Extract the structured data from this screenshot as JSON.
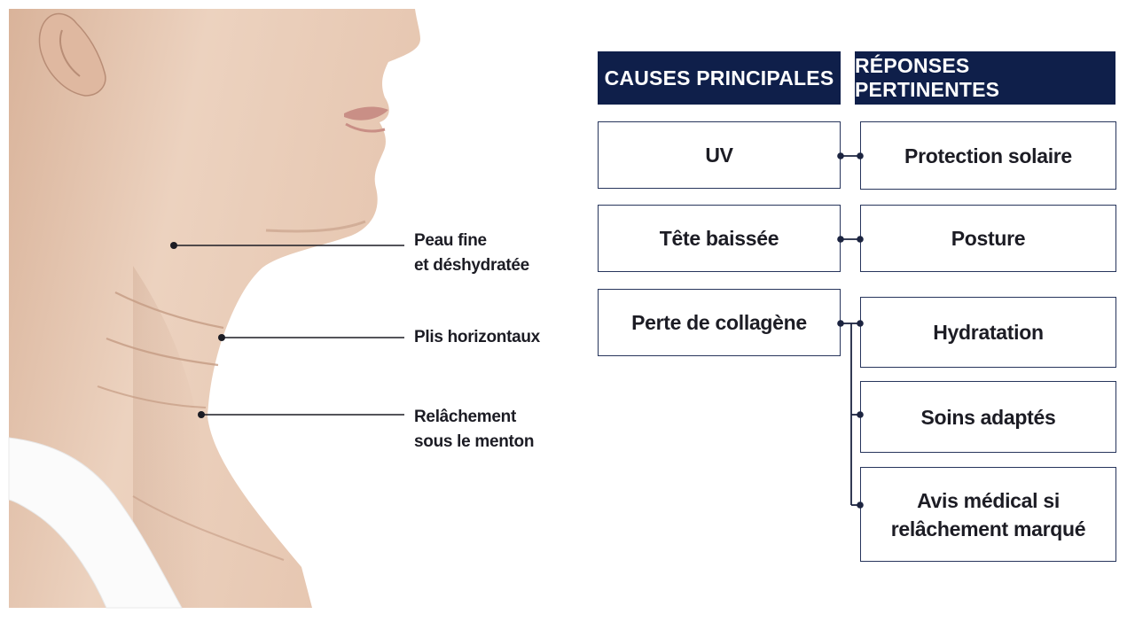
{
  "annotations": [
    {
      "id": "thin-skin",
      "lines": [
        "Peau fine",
        "et déshydratée"
      ]
    },
    {
      "id": "horizontal-folds",
      "lines": [
        "Plis horizontaux"
      ]
    },
    {
      "id": "chin-sagging",
      "lines": [
        "Relâchement",
        "sous le menton"
      ]
    }
  ],
  "headers": {
    "causes": "CAUSES PRINCIPALES",
    "responses": "RÉPONSES PERTINENTES"
  },
  "causes": [
    {
      "label": "UV"
    },
    {
      "label": "Tête baissée"
    },
    {
      "label": "Perte de collagène"
    }
  ],
  "responses": [
    {
      "lines": [
        "Protection solaire"
      ]
    },
    {
      "lines": [
        "Posture"
      ]
    },
    {
      "lines": [
        "Hydratation"
      ]
    },
    {
      "lines": [
        "Soins adaptés"
      ]
    },
    {
      "lines": [
        "Avis médical si",
        "relâchement marqué"
      ]
    }
  ],
  "colors": {
    "navy": "#0f1f4a",
    "border": "#27355c",
    "skin": "#e9cdb9",
    "hair": "#4a3a30",
    "tank_top": "#fbfbfb"
  }
}
